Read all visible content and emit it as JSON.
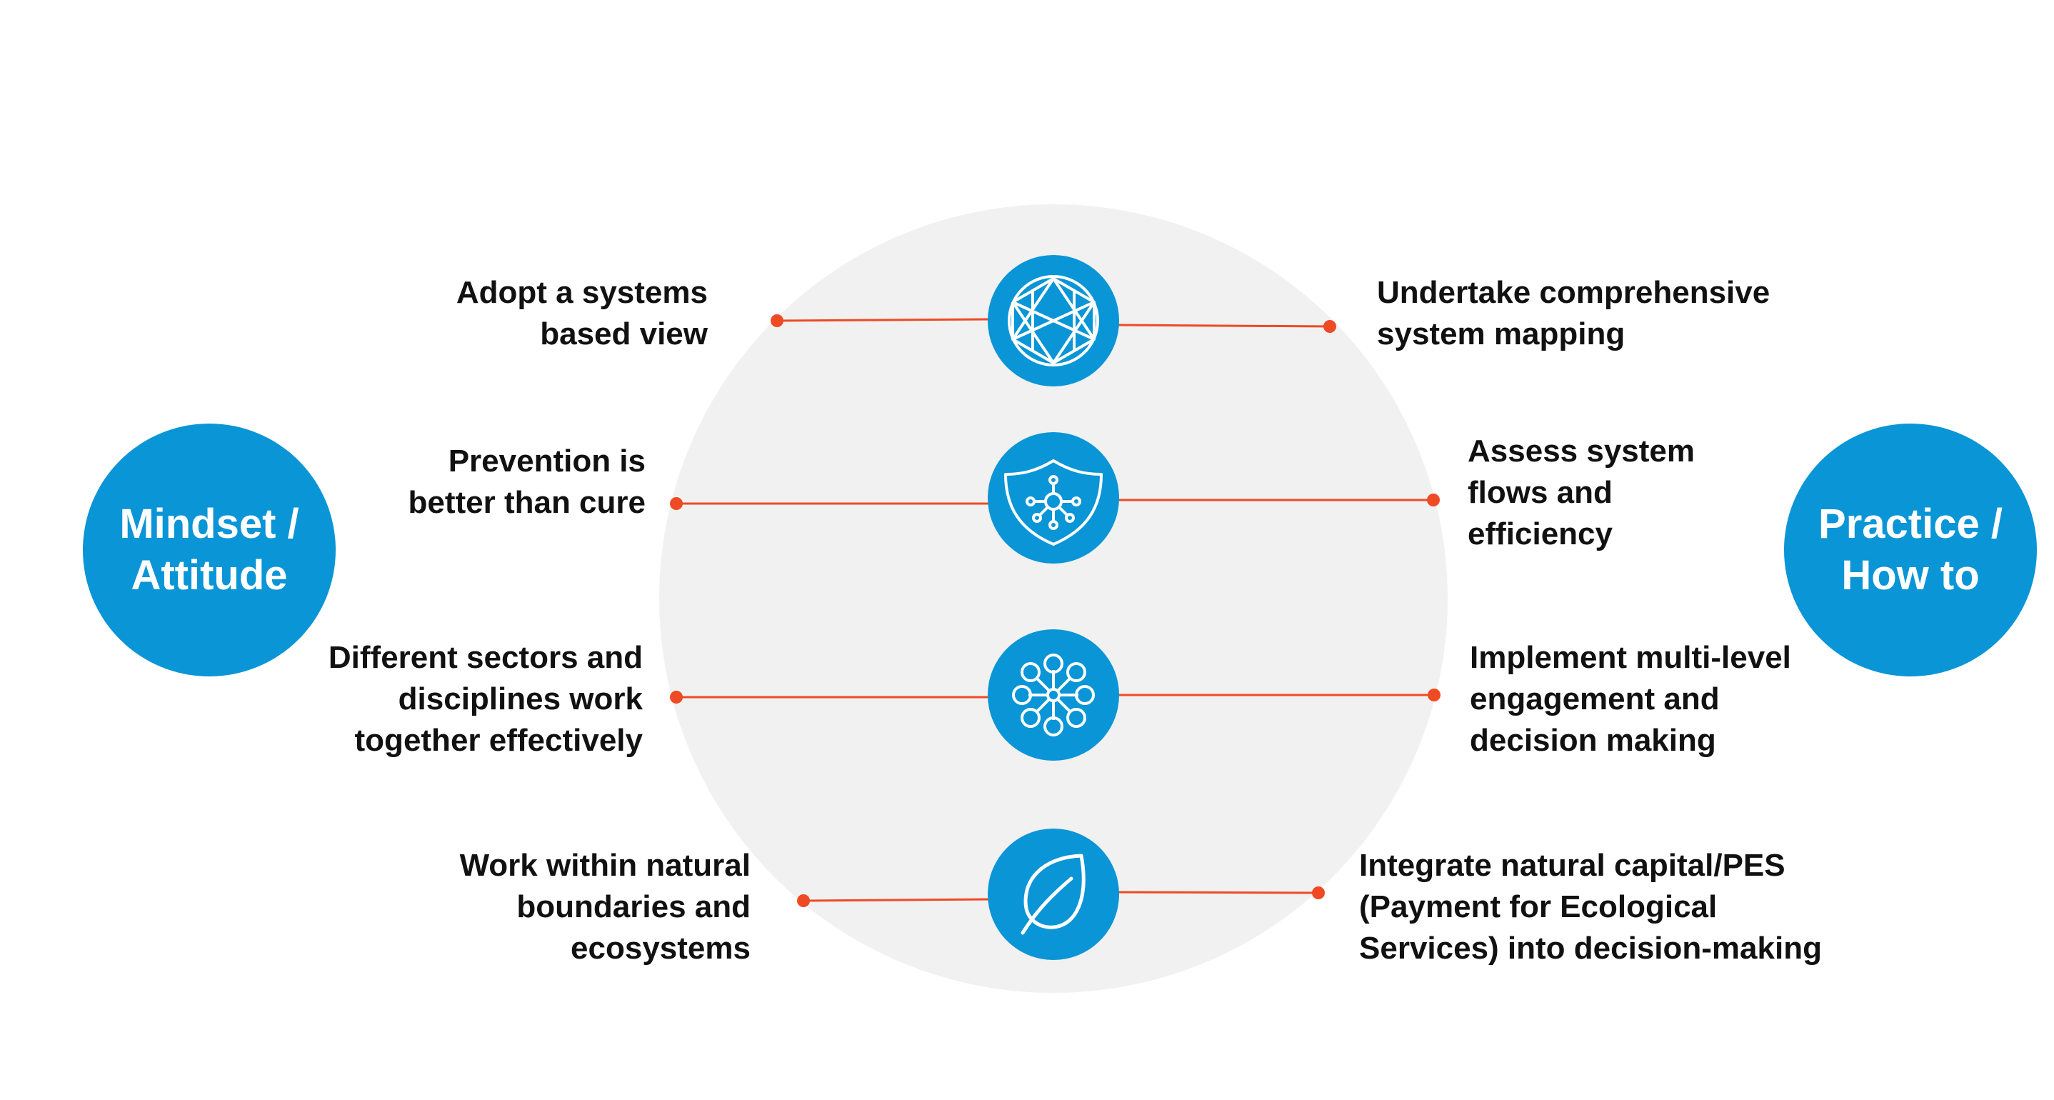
{
  "colors": {
    "accent_blue": "#0a95d6",
    "connector_orange": "#ee4a24",
    "center_disc_gray": "#f1f1f1",
    "text_dark": "#111111"
  },
  "mindset": {
    "line1": "Mindset /",
    "line2": "Attitude"
  },
  "practice": {
    "line1": "Practice /",
    "line2": "How to"
  },
  "rows": [
    {
      "icon": "network-globe-icon",
      "left": [
        "Adopt a systems",
        "based view"
      ],
      "right": [
        "Undertake comprehensive",
        "system mapping"
      ]
    },
    {
      "icon": "shield-network-icon",
      "left": [
        "Prevention is",
        "better than cure"
      ],
      "right": [
        "Assess system",
        "flows and",
        "efficiency"
      ]
    },
    {
      "icon": "hub-nodes-icon",
      "left": [
        "Different sectors and",
        "disciplines work",
        "together effectively"
      ],
      "right": [
        "Implement multi-level",
        "engagement and",
        "decision making"
      ]
    },
    {
      "icon": "leaf-icon",
      "left": [
        "Work within natural",
        "boundaries and",
        "ecosystems"
      ],
      "right": [
        "Integrate natural capital/PES",
        "(Payment for Ecological",
        "Services) into decision-making"
      ]
    }
  ]
}
